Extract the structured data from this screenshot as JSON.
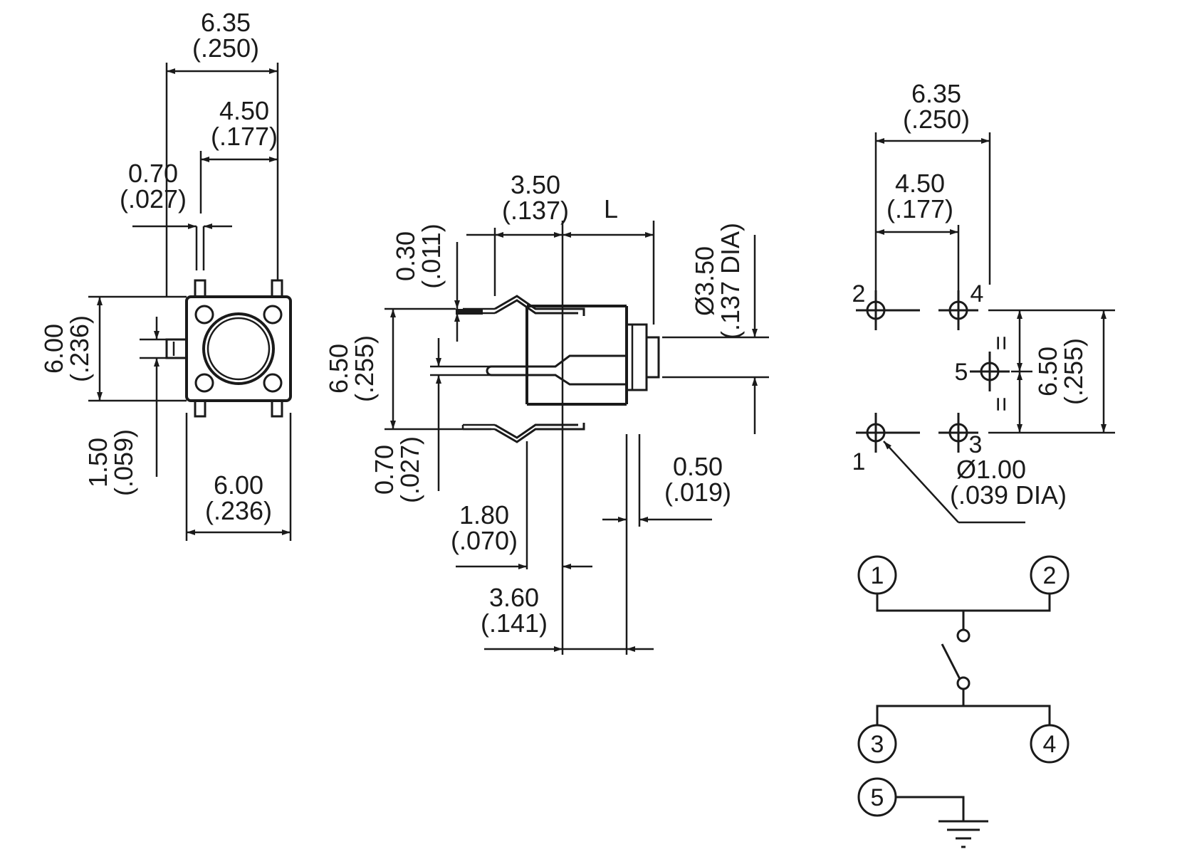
{
  "front_view": {
    "width_overall": "6.35",
    "width_overall_in": "(.250)",
    "pin_span": "4.50",
    "pin_span_in": "(.177)",
    "pin_width": "0.70",
    "pin_width_in": "(.027)",
    "body_height": "6.00",
    "body_height_in": "(.236)",
    "tab_height": "1.50",
    "tab_height_in": "(.059)",
    "body_width": "6.00",
    "body_width_in": "(.236)"
  },
  "side_view": {
    "plunger_offset": "3.50",
    "plunger_offset_in": "(.137)",
    "plunger_length": "L",
    "pin_thickness": "0.30",
    "pin_thickness_in": "(.011)",
    "lead_span": "6.50",
    "lead_span_in": "(.255)",
    "lead_gap": "0.70",
    "lead_gap_in": "(.027)",
    "plunger_dia": "Ø3.50",
    "plunger_dia_in": "(.137 DIA)",
    "step": "0.50",
    "step_in": "(.019)",
    "standoff": "1.80",
    "standoff_in": "(.070)",
    "body_depth": "3.60",
    "body_depth_in": "(.141)"
  },
  "pcb_layout": {
    "hole_span_outer": "6.35",
    "hole_span_outer_in": "(.250)",
    "hole_span_inner": "4.50",
    "hole_span_inner_in": "(.177)",
    "row_span": "6.50",
    "row_span_in": "(.255)",
    "hole_dia": "Ø1.00",
    "hole_dia_in": "(.039 DIA)",
    "equal_mark": "=",
    "pins": [
      "1",
      "2",
      "3",
      "4",
      "5"
    ]
  },
  "schematic": {
    "terminals": [
      "1",
      "2",
      "3",
      "4",
      "5"
    ]
  }
}
